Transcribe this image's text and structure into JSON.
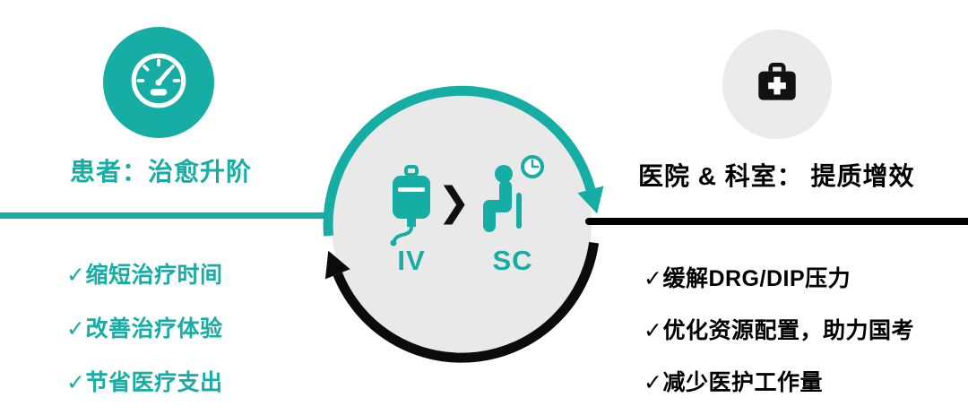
{
  "colors": {
    "teal": "#16ada4",
    "black": "#000000",
    "circle_gray": "#e9e9e9",
    "badge_gray": "#ebebeb",
    "white": "#ffffff"
  },
  "left_section": {
    "icon": "gauge-icon",
    "title": "患者：治愈升阶",
    "bullets": [
      "✓缩短治疗时间",
      "✓改善治疗体验",
      "✓节省医疗支出"
    ]
  },
  "center_cycle": {
    "iv_label": "IV",
    "sc_label": "SC",
    "arrow_glyph": "❯",
    "icons": [
      "iv-bag-icon",
      "patient-seated-clock-icon"
    ]
  },
  "right_section": {
    "icon": "first-aid-kit-icon",
    "title": "医院 & 科室： 提质增效",
    "bullets": [
      "✓缓解DRG/DIP压力",
      "✓优化资源配置，助力国考",
      "✓减少医护工作量"
    ]
  }
}
